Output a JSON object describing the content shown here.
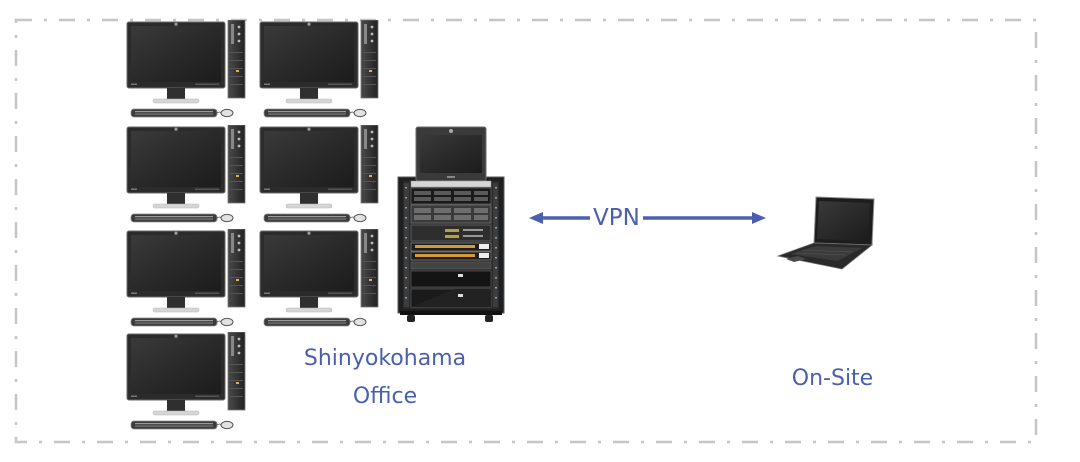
{
  "diagram": {
    "title": "Network connection diagram",
    "office": {
      "label_line1": "Shinyokohama",
      "label_line2": "Office",
      "workstation_count": 7,
      "workstations": [
        {
          "id": "pc-1",
          "column": 1,
          "row": 1
        },
        {
          "id": "pc-2",
          "column": 2,
          "row": 1
        },
        {
          "id": "pc-3",
          "column": 1,
          "row": 2
        },
        {
          "id": "pc-4",
          "column": 2,
          "row": 2
        },
        {
          "id": "pc-5",
          "column": 1,
          "row": 3
        },
        {
          "id": "pc-6",
          "column": 2,
          "row": 3
        },
        {
          "id": "pc-7",
          "column": 1,
          "row": 4
        }
      ],
      "server": {
        "type": "server-rack",
        "icon": "server-rack-icon"
      }
    },
    "connection": {
      "label": "VPN",
      "direction": "bidirectional",
      "color": "#4a5fb0"
    },
    "remote": {
      "label": "On-Site",
      "device": {
        "type": "laptop",
        "icon": "laptop-icon"
      }
    },
    "colors": {
      "text": "#4a5fb0",
      "arrow": "#4a5fb0",
      "frame": "#c6c6c6"
    }
  }
}
